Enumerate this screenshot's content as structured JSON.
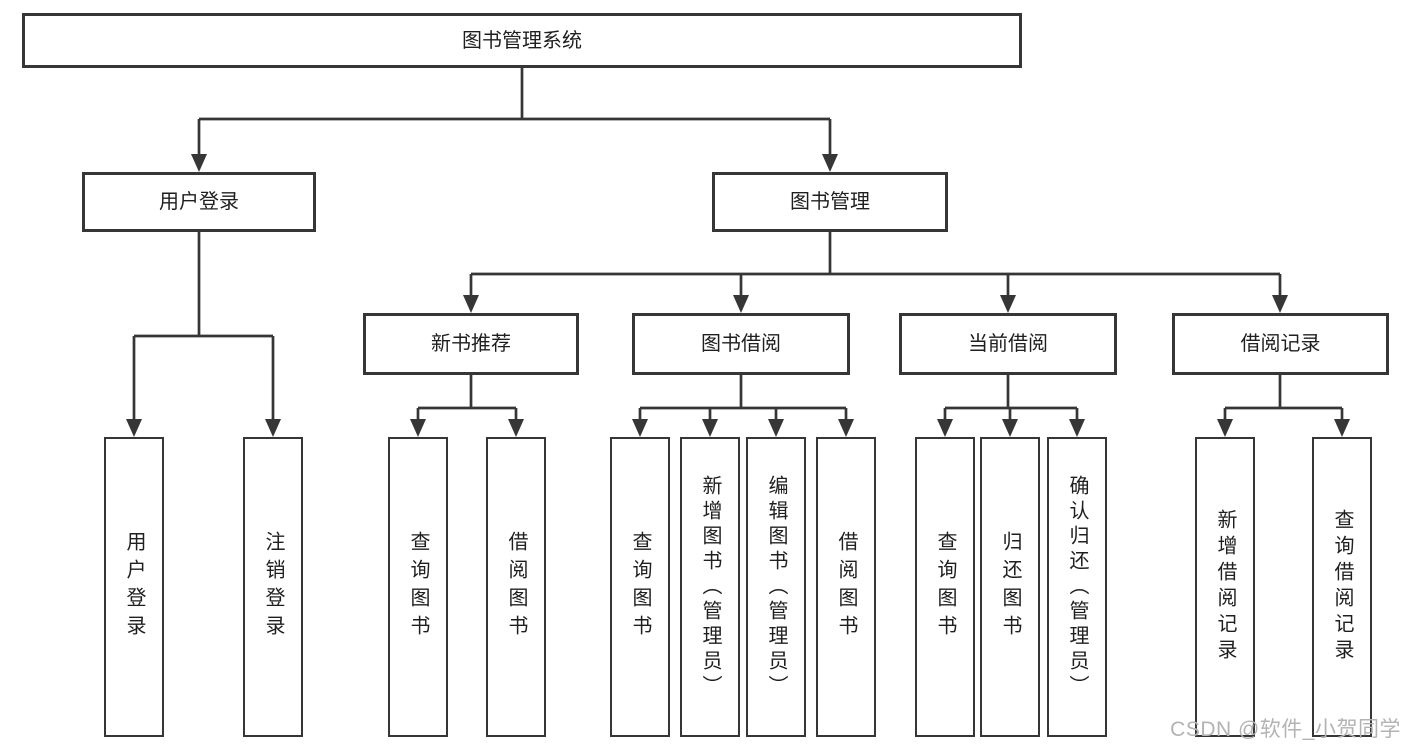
{
  "diagram": {
    "watermark": "CSDN @软件_小贺同学",
    "tree": {
      "label": "图书管理系统",
      "children": [
        {
          "label": "用户登录",
          "children": [
            {
              "label": "用户登录"
            },
            {
              "label": "注销登录"
            }
          ]
        },
        {
          "label": "图书管理",
          "children": [
            {
              "label": "新书推荐",
              "children": [
                {
                  "label": "查询图书"
                },
                {
                  "label": "借阅图书"
                }
              ]
            },
            {
              "label": "图书借阅",
              "children": [
                {
                  "label": "查询图书"
                },
                {
                  "label": "新增图书（管理员）"
                },
                {
                  "label": "编辑图书（管理员）"
                },
                {
                  "label": "借阅图书"
                }
              ]
            },
            {
              "label": "当前借阅",
              "children": [
                {
                  "label": "查询图书"
                },
                {
                  "label": "归还图书"
                },
                {
                  "label": "确认归还（管理员）"
                }
              ]
            },
            {
              "label": "借阅记录",
              "children": [
                {
                  "label": "新增借阅记录"
                },
                {
                  "label": "查询借阅记录"
                }
              ]
            }
          ]
        }
      ]
    }
  }
}
